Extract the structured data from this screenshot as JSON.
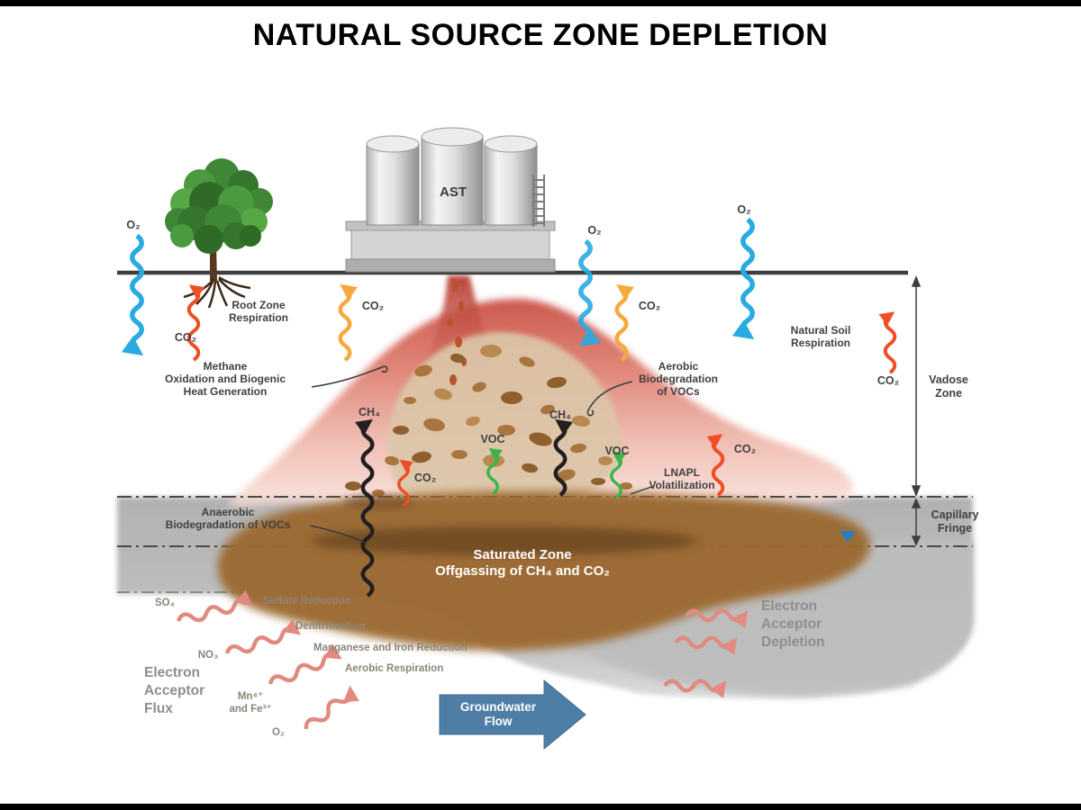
{
  "title": "NATURAL SOURCE ZONE DEPLETION",
  "facility": {
    "tank_label": "AST"
  },
  "gases": {
    "o2_left": "O₂",
    "o2_center": "O₂",
    "o2_right": "O₂",
    "o2_bottom": "O₂",
    "co2_root": "CO₂",
    "co2_stack_left": "CO₂",
    "co2_stack_right": "CO₂",
    "co2_center": "CO₂",
    "co2_lnapl": "CO₂",
    "co2_soil": "CO₂",
    "ch4_left": "CH₄",
    "ch4_right": "CH₄",
    "voc_left": "VOC",
    "voc_right": "VOC",
    "so4": "SO₄",
    "no3": "NO₃",
    "mn_fe": "Mn⁴⁺\nand Fe³⁺"
  },
  "processes": {
    "root_zone_respiration": "Root Zone\nRespiration",
    "methane_oxidation": "Methane\nOxidation and Biogenic\nHeat Generation",
    "aerobic_biodegradation": "Aerobic\nBiodegradation\nof VOCs",
    "lnapl_volatilization": "LNAPL\nVolatilization",
    "natural_soil_respiration": "Natural Soil\nRespiration",
    "anaerobic_biodegradation": "Anaerobic\nBiodegradation of VOCs",
    "saturated_offgassing": "Saturated Zone\nOffgassing of CH₄ and CO₂",
    "sulfate_reduction": "Sulfate Reduction",
    "denitrification": "Denitrification",
    "mn_iron_reduction": "Manganese and Iron Reduction",
    "aerobic_respiration": "Aerobic Respiration"
  },
  "zones": {
    "vadose": "Vadose\nZone",
    "capillary_fringe": "Capillary\nFringe"
  },
  "flux": {
    "electron_acceptor_flux": "Electron\nAcceptor\nFlux",
    "electron_acceptor_depletion": "Electron\nAcceptor\nDepletion"
  },
  "groundwater": {
    "flow_label": "Groundwater\nFlow"
  },
  "colors": {
    "o2_arrow": "#29abe2",
    "co2_arrow_red": "#f04e23",
    "co2_arrow_orange": "#f7a93f",
    "ch4_arrow": "#231f20",
    "voc_arrow": "#3bb54a",
    "acceptor_arrow": "#e08a80",
    "groundwater_arrow": "#4e7ea6",
    "heat_dome": "#cd5a4d",
    "lnapl_plume": "#9c6a33",
    "saturated_gray": "#b7b7b7"
  }
}
